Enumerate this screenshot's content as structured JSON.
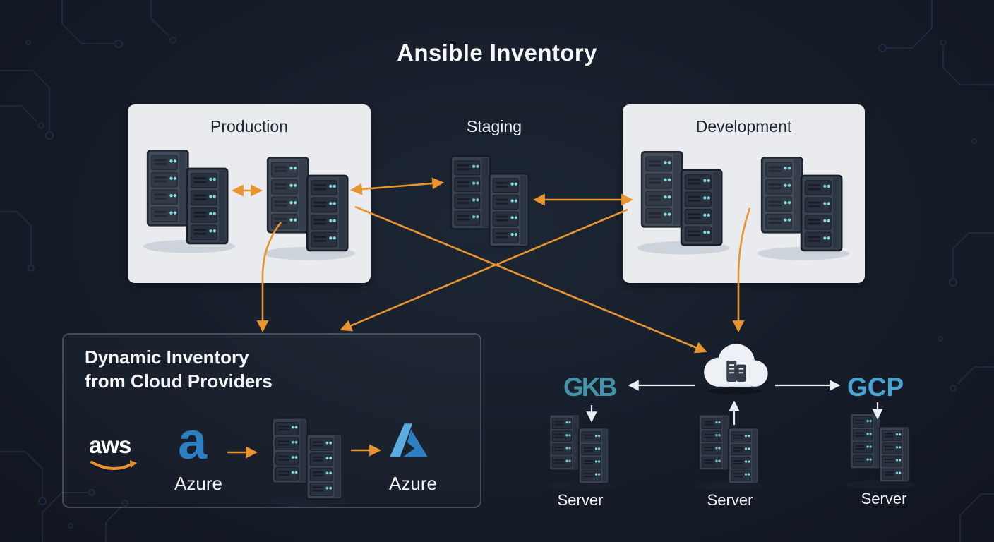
{
  "title": "Ansible Inventory",
  "groups": {
    "production": {
      "label": "Production"
    },
    "staging": {
      "label": "Staging"
    },
    "development": {
      "label": "Development"
    }
  },
  "dynamic_inventory": {
    "heading": "Dynamic Inventory from Cloud Providers",
    "providers": {
      "aws": "aws",
      "azure_glyph": "a",
      "azure_left": "Azure",
      "azure_right": "Azure"
    }
  },
  "cloud_providers": {
    "left_label": "GKB",
    "right_label": "GCP"
  },
  "servers": [
    {
      "label": "Server"
    },
    {
      "label": "Server"
    },
    {
      "label": "Server"
    }
  ],
  "colors": {
    "background": "#161d29",
    "panel": "#e9ebee",
    "arrow_orange": "#e8952f",
    "arrow_white": "#e9eef3",
    "azure_blue": "#2e7fc2",
    "gkb_teal": "#4593a8",
    "gcp_blue": "#49a4d4",
    "rack_body": "#3a4452",
    "led_teal": "#7fd9df"
  }
}
